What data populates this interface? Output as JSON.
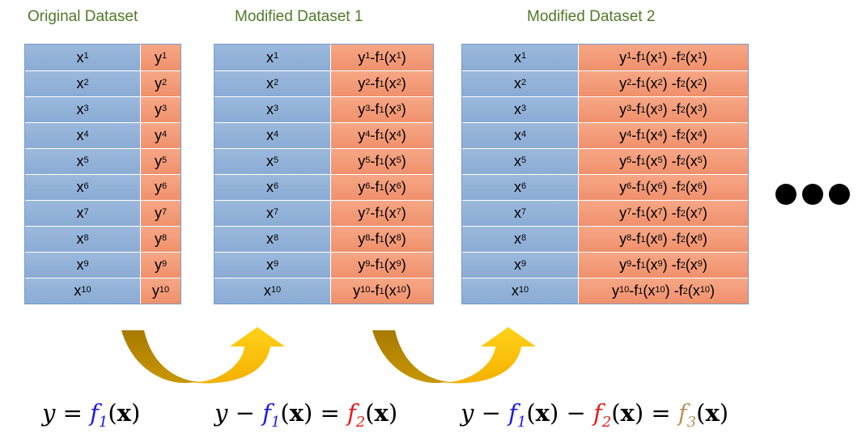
{
  "datasets": [
    {
      "title": "Original Dataset"
    },
    {
      "title": "Modified Dataset 1"
    },
    {
      "title": "Modified Dataset 2"
    }
  ],
  "x_label": "x",
  "y_label": "y",
  "f_label": "f",
  "indices": [
    "1",
    "2",
    "3",
    "4",
    "5",
    "6",
    "7",
    "8",
    "9",
    "10"
  ],
  "equations": [
    {
      "lhs": [
        "y"
      ],
      "rhs": "f1(x)"
    },
    {
      "lhs": [
        "y",
        "f1(x)"
      ],
      "rhs": "f2(x)"
    },
    {
      "lhs": [
        "y",
        "f1(x)",
        "f2(x)"
      ],
      "rhs": "f3(x)"
    }
  ],
  "colors": {
    "title": "#4f7a28",
    "x_column": "#8aabd4",
    "y_column": "#f0906c",
    "arrow": "#f5b800",
    "f1": "#1a1ae6",
    "f2": "#e61a1a",
    "f3": "#b8965a"
  },
  "ellipsis": "three-dots"
}
